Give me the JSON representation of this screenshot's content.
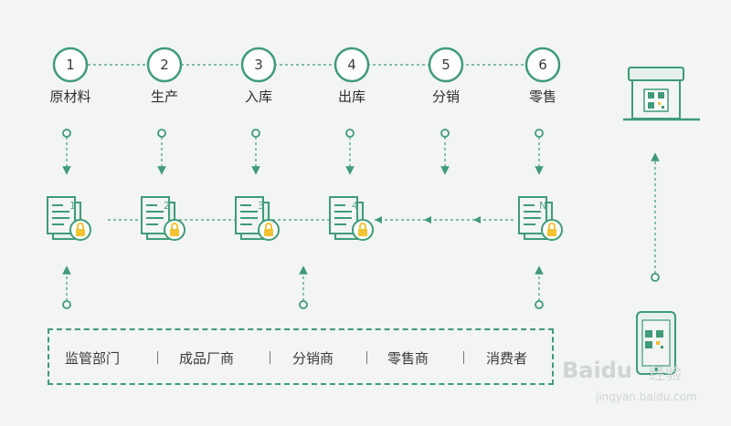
{
  "colors": {
    "accent": "#3f9b78",
    "accent_light": "#5aa58a",
    "lock": "#f2c232",
    "background": "#f2f5f3"
  },
  "steps": [
    {
      "num": "1",
      "label": "原材料"
    },
    {
      "num": "2",
      "label": "生产"
    },
    {
      "num": "3",
      "label": "入库"
    },
    {
      "num": "4",
      "label": "出库"
    },
    {
      "num": "5",
      "label": "分销"
    },
    {
      "num": "6",
      "label": "零售"
    }
  ],
  "docs": [
    "1",
    "2",
    "3",
    "4",
    "N"
  ],
  "roles": [
    "监管部门",
    "成品厂商",
    "分销商",
    "零售商",
    "消费者"
  ],
  "icons": {
    "box": "qr-box-icon",
    "phone": "phone-qr-icon",
    "doc": "document-lock-icon"
  },
  "watermark": {
    "brand": "Baidu",
    "brand_cn": "经验",
    "url": "jingyan.baidu.com"
  }
}
